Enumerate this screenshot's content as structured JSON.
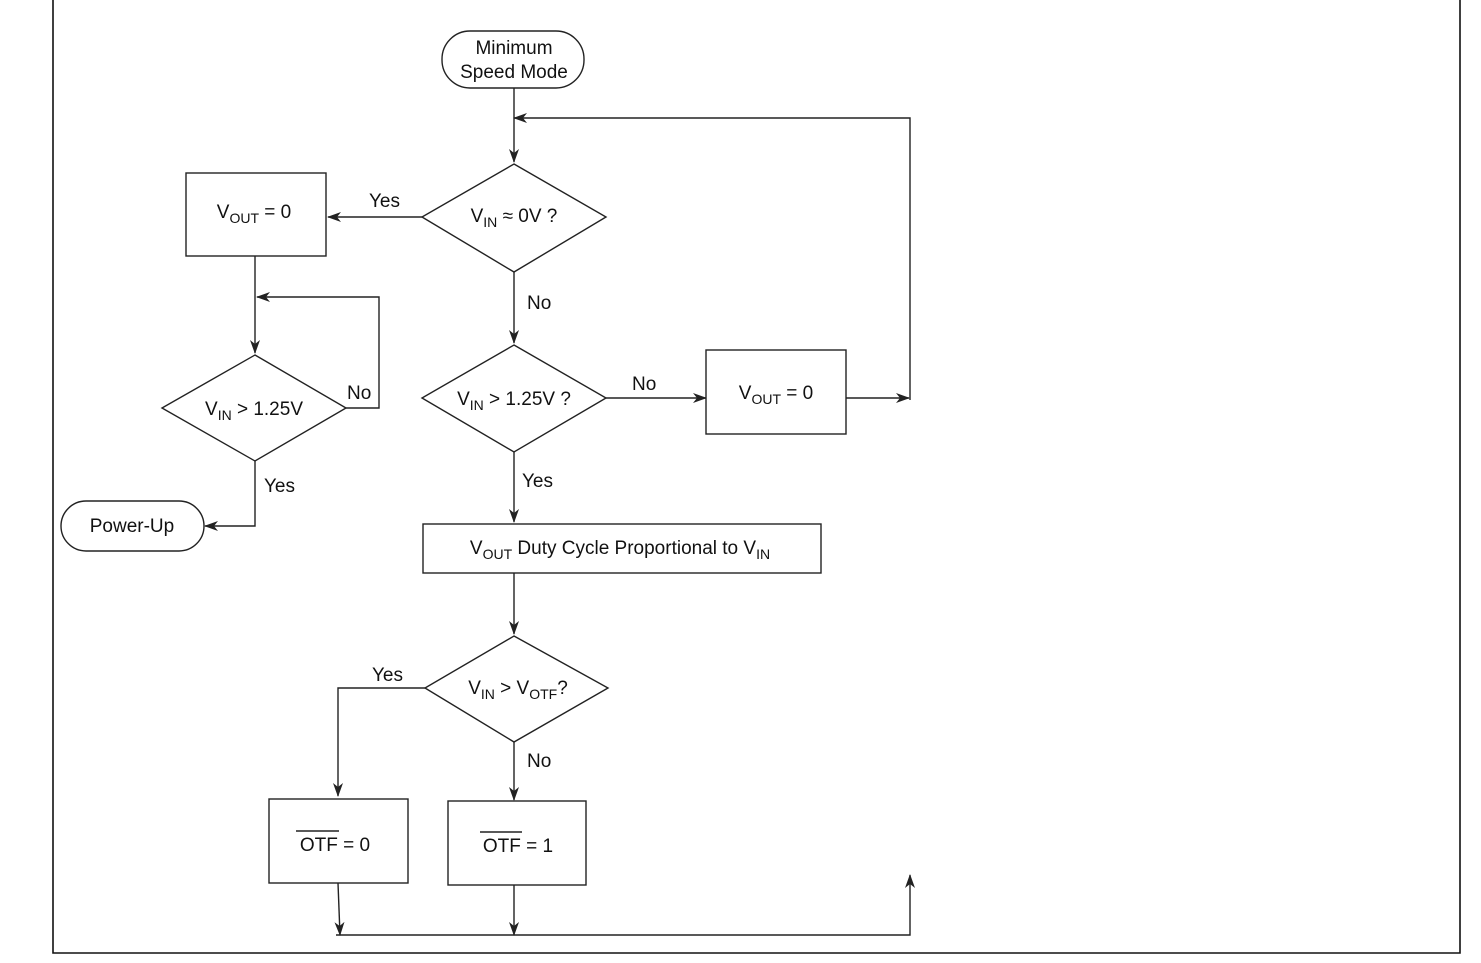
{
  "diagram": {
    "start": {
      "line1": "Minimum",
      "line2": "Speed Mode"
    },
    "decision_vin_zero": {
      "v": "V",
      "sub": "IN",
      "rest": " ≈ 0V ?"
    },
    "box_vout_zero_left": {
      "v": "V",
      "sub": "OUT",
      "rest": " = 0"
    },
    "decision_vin_125_left": {
      "v": "V",
      "sub": "IN",
      "rest": " > 1.25V"
    },
    "terminal_power_up": {
      "label": "Power-Up"
    },
    "decision_vin_125_center": {
      "v": "V",
      "sub": "IN",
      "rest": " > 1.25V ?"
    },
    "box_vout_zero_right": {
      "v": "V",
      "sub": "OUT",
      "rest": " = 0"
    },
    "box_duty_cycle": {
      "v1": "V",
      "sub1": "OUT",
      "mid": " Duty Cycle Proportional to ",
      "v2": "V",
      "sub2": "IN"
    },
    "decision_vin_votf": {
      "v1": "V",
      "sub1": "IN",
      "mid": " > ",
      "v2": "V",
      "sub2": "OTF",
      "end": "?"
    },
    "box_otf_0": {
      "signal": "OTF",
      "rest": " = 0"
    },
    "box_otf_1": {
      "signal": "OTF",
      "rest": " = 1"
    },
    "edge_labels": {
      "vin_zero_yes": "Yes",
      "vin_zero_no": "No",
      "left_loop_no": "No",
      "left_yes": "Yes",
      "center_no": "No",
      "center_yes": "Yes",
      "votf_yes": "Yes",
      "votf_no": "No"
    }
  }
}
